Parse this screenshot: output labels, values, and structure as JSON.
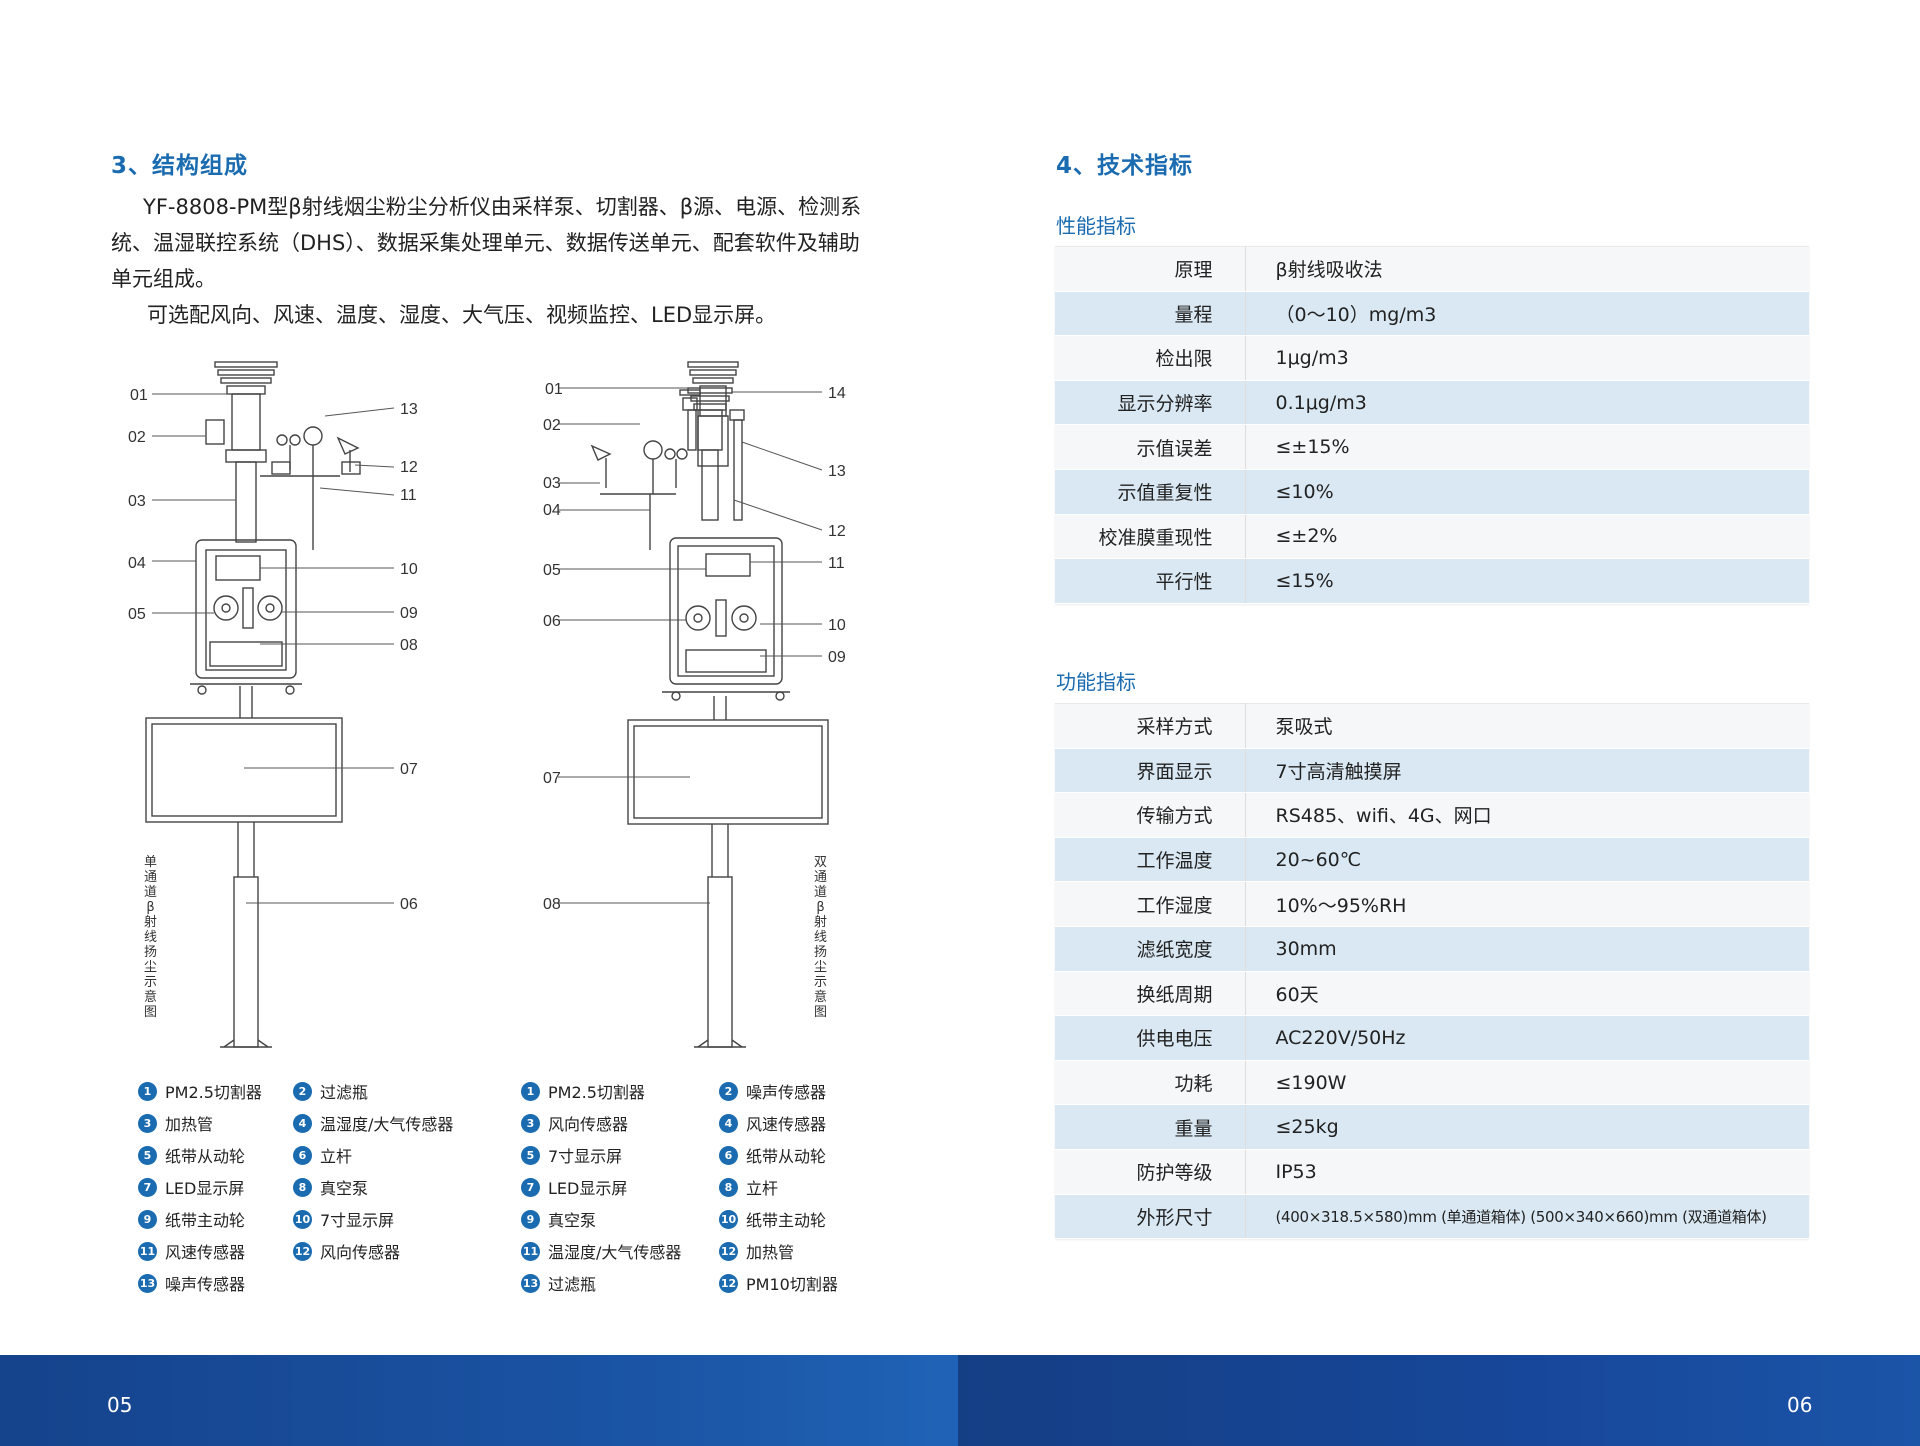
{
  "left": {
    "section_title": "3、结构组成",
    "para1": "YF-8808-PM型β射线烟尘粉尘分析仪由采样泵、切割器、β源、电源、检测系统、温湿联控系统（DHS）、数据采集处理单元、数据传送单元、配套软件及辅助单元组成。",
    "para2": "可选配风向、风速、温度、湿度、大气压、视频监控、LED显示屏。",
    "diagram1": {
      "caption": "单通道β射线扬尘示意图",
      "labels": [
        "01",
        "02",
        "03",
        "04",
        "05",
        "13",
        "12",
        "11",
        "10",
        "09",
        "08",
        "07",
        "06"
      ]
    },
    "diagram2": {
      "caption": "双通道β射线扬尘示意图",
      "labels": [
        "01",
        "02",
        "03",
        "04",
        "05",
        "06",
        "07",
        "08",
        "14",
        "13",
        "12",
        "11",
        "10",
        "09"
      ]
    },
    "legend1": [
      {
        "n": "1",
        "t": "PM2.5切割器"
      },
      {
        "n": "2",
        "t": "过滤瓶"
      },
      {
        "n": "3",
        "t": "加热管"
      },
      {
        "n": "4",
        "t": "温湿度/大气传感器"
      },
      {
        "n": "5",
        "t": "纸带从动轮"
      },
      {
        "n": "6",
        "t": "立杆"
      },
      {
        "n": "7",
        "t": "LED显示屏"
      },
      {
        "n": "8",
        "t": "真空泵"
      },
      {
        "n": "9",
        "t": "纸带主动轮"
      },
      {
        "n": "10",
        "t": "7寸显示屏"
      },
      {
        "n": "11",
        "t": "风速传感器"
      },
      {
        "n": "12",
        "t": "风向传感器"
      },
      {
        "n": "13",
        "t": "噪声传感器"
      }
    ],
    "legend2": [
      {
        "n": "1",
        "t": "PM2.5切割器"
      },
      {
        "n": "2",
        "t": "噪声传感器"
      },
      {
        "n": "3",
        "t": "风向传感器"
      },
      {
        "n": "4",
        "t": "风速传感器"
      },
      {
        "n": "5",
        "t": "7寸显示屏"
      },
      {
        "n": "6",
        "t": "纸带从动轮"
      },
      {
        "n": "7",
        "t": "LED显示屏"
      },
      {
        "n": "8",
        "t": "立杆"
      },
      {
        "n": "9",
        "t": "真空泵"
      },
      {
        "n": "10",
        "t": "纸带主动轮"
      },
      {
        "n": "11",
        "t": "温湿度/大气传感器"
      },
      {
        "n": "12",
        "t": "加热管"
      },
      {
        "n": "13",
        "t": "过滤瓶"
      },
      {
        "n": "12",
        "t": "PM10切割器"
      }
    ],
    "page_number": "05"
  },
  "right": {
    "section_title": "4、技术指标",
    "perf_title": "性能指标",
    "perf": [
      {
        "k": "原理",
        "v": "β射线吸收法"
      },
      {
        "k": "量程",
        "v": "（0～10）mg/m3"
      },
      {
        "k": "检出限",
        "v": "1μg/m3"
      },
      {
        "k": "显示分辨率",
        "v": "0.1μg/m3"
      },
      {
        "k": "示值误差",
        "v": "≤±15%"
      },
      {
        "k": "示值重复性",
        "v": "≤10%"
      },
      {
        "k": "校准膜重现性",
        "v": "≤±2%"
      },
      {
        "k": "平行性",
        "v": "≤15%"
      }
    ],
    "func_title": "功能指标",
    "func": [
      {
        "k": "采样方式",
        "v": "泵吸式"
      },
      {
        "k": "界面显示",
        "v": "7寸高清触摸屏"
      },
      {
        "k": "传输方式",
        "v": "RS485、wifi、4G、网口"
      },
      {
        "k": "工作温度",
        "v": "20~60℃"
      },
      {
        "k": "工作湿度",
        "v": "10%～95%RH"
      },
      {
        "k": "滤纸宽度",
        "v": "30mm"
      },
      {
        "k": "换纸周期",
        "v": "60天"
      },
      {
        "k": "供电电压",
        "v": "AC220V/50Hz"
      },
      {
        "k": "功耗",
        "v": "≤190W"
      },
      {
        "k": "重量",
        "v": "≤25kg"
      },
      {
        "k": "防护等级",
        "v": "IP53"
      },
      {
        "k": "外形尺寸",
        "v": "(400×318.5×580)mm (单通道箱体)  (500×340×660)mm (双通道箱体)"
      }
    ],
    "page_number": "06"
  }
}
